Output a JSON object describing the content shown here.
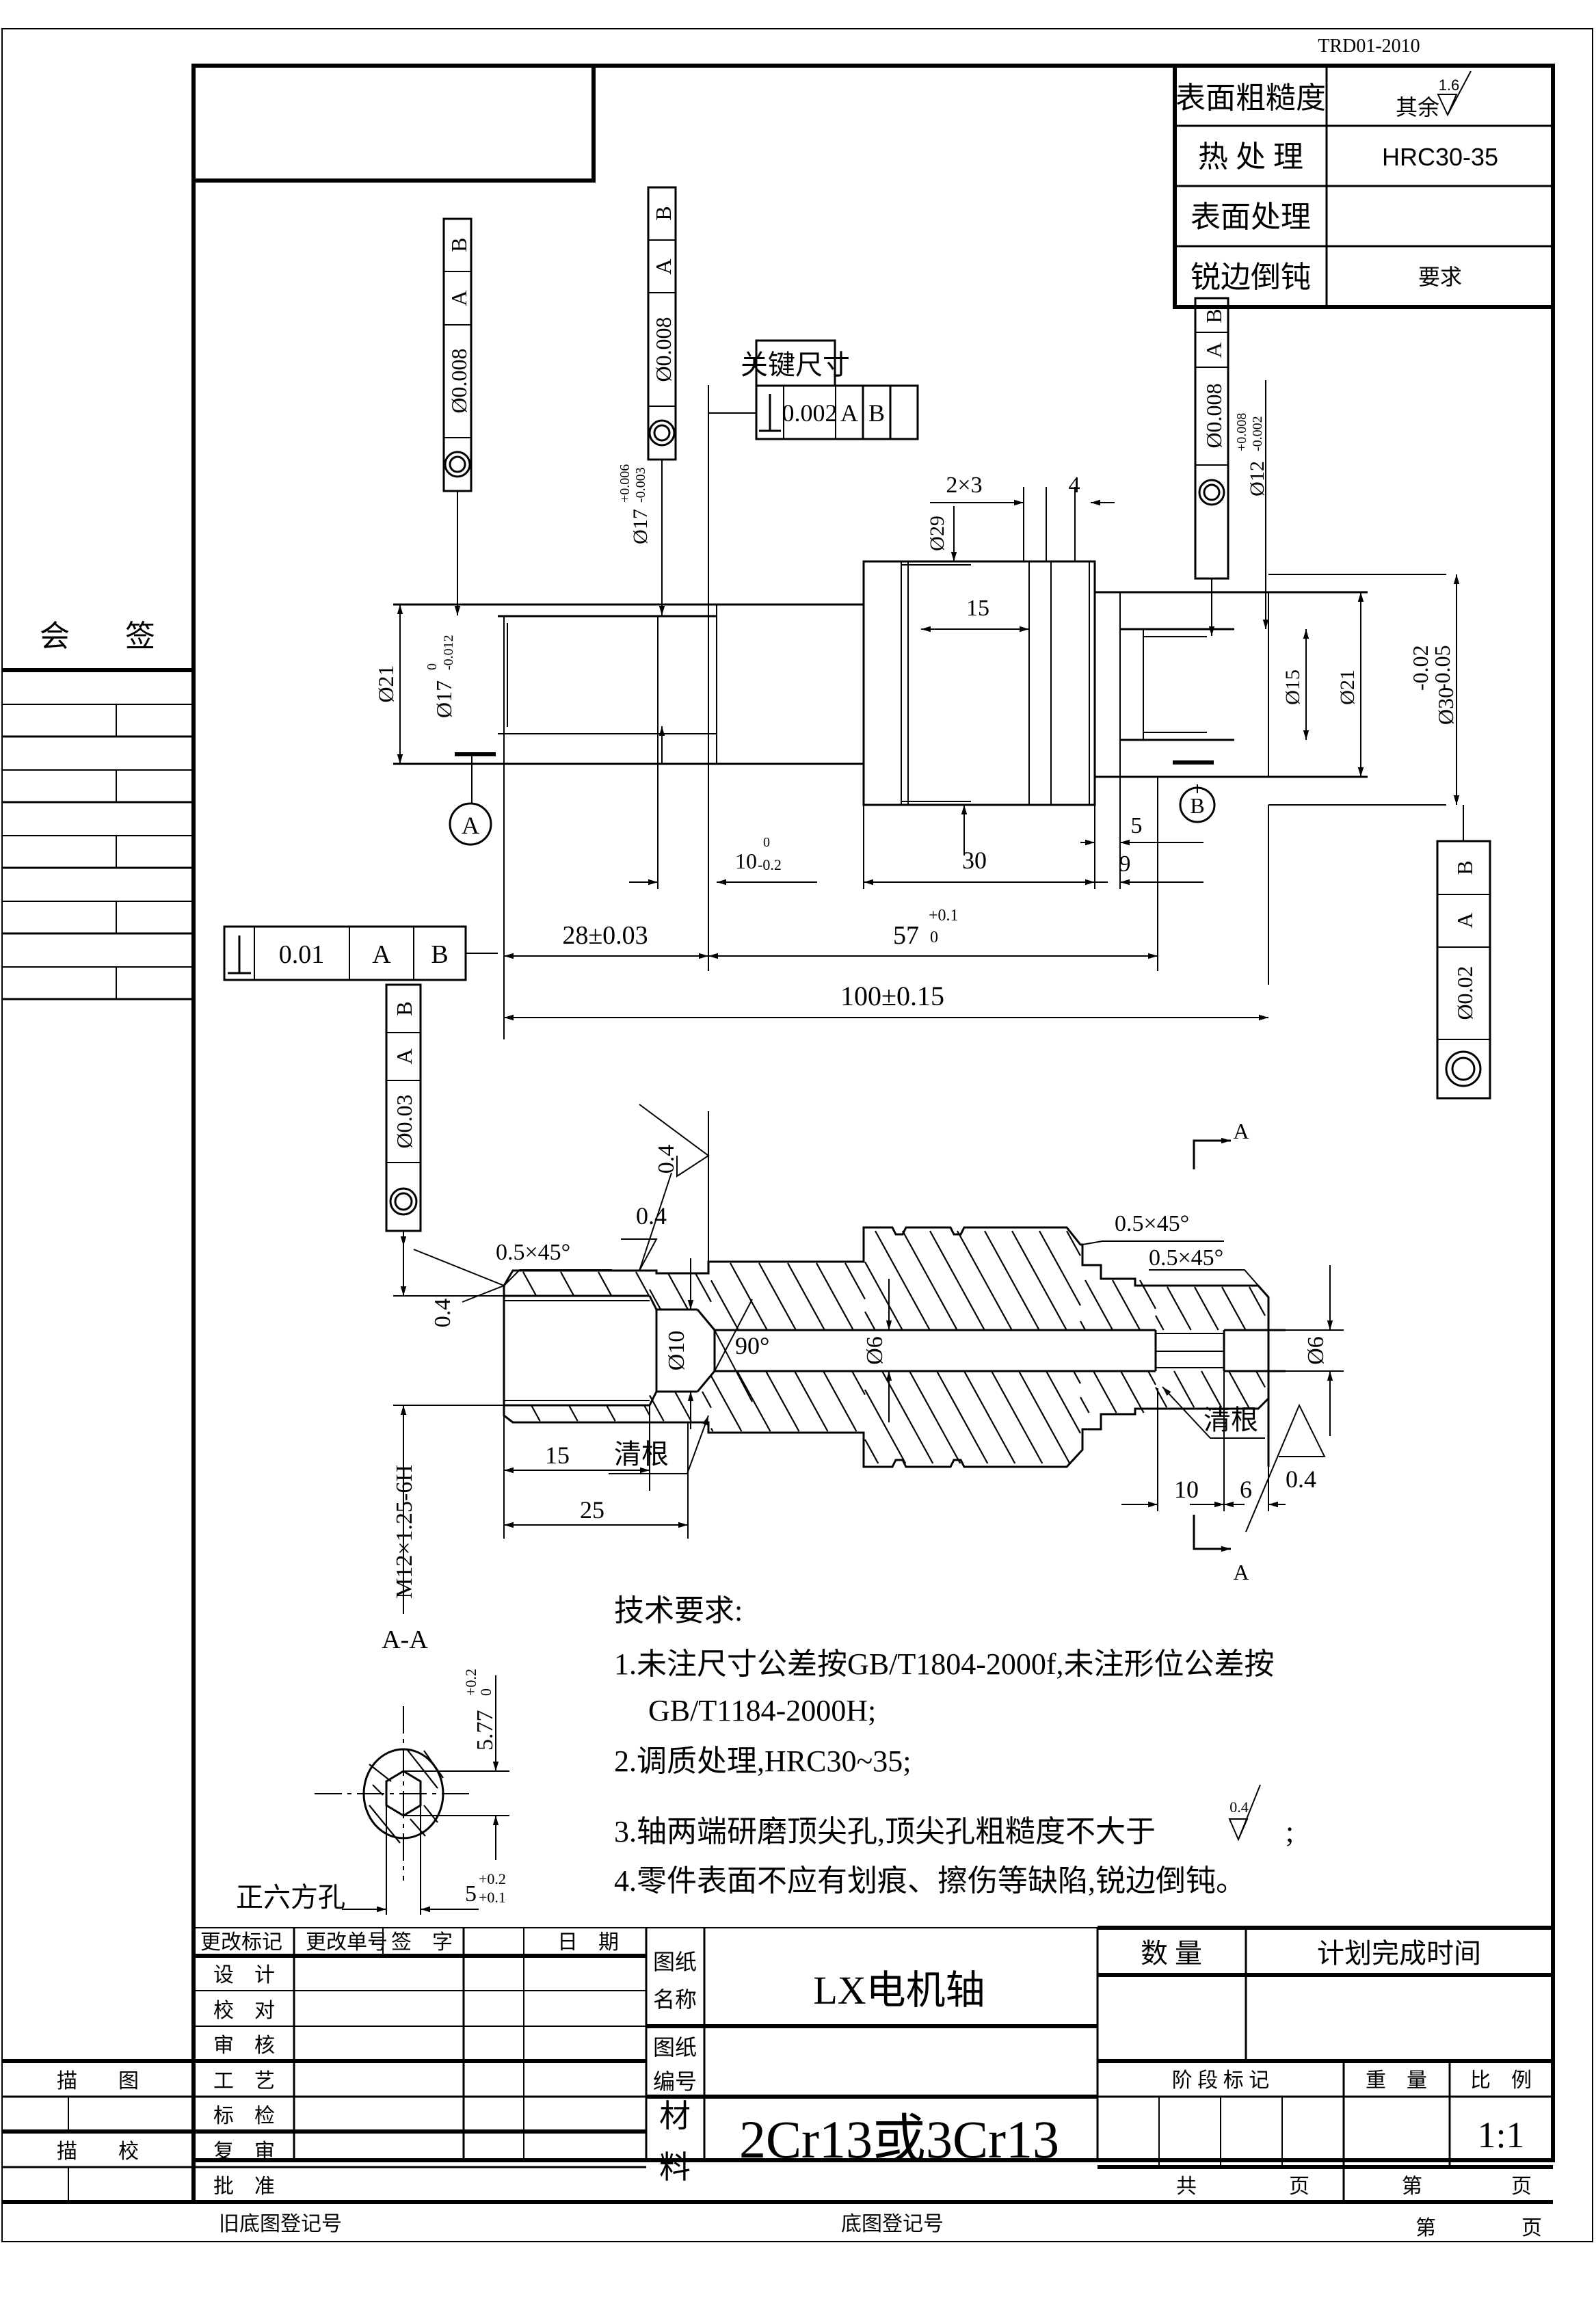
{
  "drawing": {
    "standard_code": "TRD01-2010",
    "title": "LX电机轴",
    "material": "2Cr13或3Cr13",
    "scale": "1:1"
  },
  "spec_table": {
    "rows": [
      {
        "label": "表面粗糙度",
        "value_prefix": "其余",
        "value_symbol": "1.6"
      },
      {
        "label": "热 处 理",
        "value": "HRC30-35"
      },
      {
        "label": "表面处理",
        "value": ""
      },
      {
        "label": "锐边倒钝",
        "value": "要求"
      }
    ]
  },
  "countersign": {
    "label_left": "会",
    "label_right": "签"
  },
  "fcf": {
    "top_left": {
      "symbol": "concentricity-icon",
      "tol": "Ø0.008",
      "datums": [
        "A",
        "B"
      ]
    },
    "top_mid": {
      "symbol": "concentricity-icon",
      "tol": "Ø0.008",
      "datums": [
        "A",
        "B"
      ]
    },
    "key_dim": {
      "header": "关键尺寸",
      "symbol": "perpendicularity-icon",
      "tol": "0.002",
      "datums": [
        "A",
        "B"
      ]
    },
    "right_top": {
      "symbol": "concentricity-icon",
      "tol": "Ø0.008",
      "datums": [
        "A",
        "B"
      ]
    },
    "right_bottom": {
      "symbol": "concentricity-icon",
      "tol": "Ø0.02",
      "datums": [
        "A",
        "B"
      ]
    },
    "left_perp": {
      "symbol": "perpendicularity-icon",
      "tol": "0.01",
      "datums": [
        "A",
        "B"
      ]
    },
    "left_lower": {
      "symbol": "concentricity-icon",
      "tol": "Ø0.03",
      "datums": [
        "A",
        "B"
      ]
    }
  },
  "datums": {
    "a": "A",
    "b": "B"
  },
  "dims_top": {
    "d17_upper": {
      "base": "Ø17",
      "sup": "+0.006",
      "sub": "-0.003"
    },
    "d12": {
      "base": "Ø12",
      "sup": "+0.008",
      "sub": "-0.002"
    },
    "d21_left": "Ø21",
    "d17_left": {
      "base": "Ø17",
      "sup": "0",
      "sub": "-0.012"
    },
    "groove": "2×3",
    "width4": "4",
    "d29": "Ø29",
    "len15": "15",
    "d15": "Ø15",
    "d21_right": "Ø21",
    "d30": {
      "base": "Ø30",
      "sup": "-0.02",
      "sub": "-0.05"
    },
    "len10": {
      "base": "10",
      "sup": "0",
      "sub": "-0.2"
    },
    "len30": "30",
    "len9": "9",
    "len5": "5",
    "len28": "28±0.03",
    "len57": {
      "base": "57",
      "sup": "+0.1",
      "sub": "0"
    },
    "len100": "100±0.15"
  },
  "section_view": {
    "roughness_top": "0.4",
    "roughness_mid": "0.4",
    "roughness_left": "0.4",
    "roughness_right": "0.4",
    "chamfer_left": "0.5×45°",
    "chamfer_right_1": "0.5×45°",
    "chamfer_right_2": "0.5×45°",
    "d10": "Ø10",
    "angle90": "90°",
    "d6_mid": "Ø6",
    "d6_right": "Ø6",
    "undercut_left": "清根",
    "undercut_right": "清根",
    "len15": "15",
    "len25": "25",
    "len10": "10",
    "len6": "6",
    "thread": "M12×1.25-6H",
    "section_mark": "A"
  },
  "section_aa": {
    "title": "A-A",
    "hex_label": "正六方孔",
    "across_corners": {
      "base": "5.77",
      "sup": "+0.2",
      "sub": "0"
    },
    "across_flats": {
      "base": "5",
      "sup": "+0.2",
      "sub": "+0.1"
    }
  },
  "tech_requirements": {
    "title": "技术要求:",
    "items": [
      "1.未注尺寸公差按GB/T1804-2000f,未注形位公差按",
      "GB/T1184-2000H;",
      "2.调质处理,HRC30~35;",
      "3.轴两端研磨顶尖孔,顶尖孔粗糙度不大于",
      "4.零件表面不应有划痕、擦伤等缺陷,锐边倒钝。"
    ],
    "roughness_value": "0.4",
    "item3_tail": ";"
  },
  "title_block": {
    "change_headers": [
      "更改标记",
      "更改单号",
      "签　字",
      "日　期"
    ],
    "roles": [
      "设　计",
      "校　对",
      "审　核",
      "工　艺",
      "标　检",
      "复　审",
      "批　准"
    ],
    "left_labels": {
      "trace": "描　　图",
      "trace_check": "描　　校"
    },
    "drawing_name_label": [
      "图纸",
      "名称"
    ],
    "drawing_no_label": [
      "图纸",
      "编号"
    ],
    "material_label": [
      "材",
      "料"
    ],
    "quantity_label": "数 量",
    "planned_time_label": "计划完成时间",
    "stage_label": "阶 段 标 记",
    "weight_label": "重　量",
    "scale_label": "比　例",
    "total_pages": [
      "共",
      "页"
    ],
    "page_no": [
      "第",
      "页"
    ],
    "old_reg": "旧底图登记号",
    "base_reg": "底图登记号",
    "footer_page": [
      "第",
      "页"
    ]
  }
}
